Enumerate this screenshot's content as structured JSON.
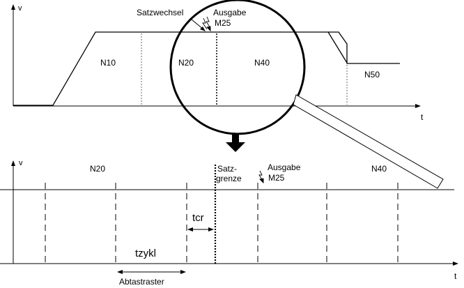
{
  "top_diagram": {
    "v_label": "v",
    "t_label": "t",
    "segments": [
      "N10",
      "N20",
      "N40",
      "N50"
    ],
    "satzwechsel": "Satzwechsel",
    "ausgabe_line1": "Ausgabe",
    "ausgabe_line2": "M25"
  },
  "bottom_diagram": {
    "v_label": "v",
    "t_label": "t",
    "segment_left": "N20",
    "segment_right": "N40",
    "satzgrenze_line1": "Satz-",
    "satzgrenze_line2": "grenze",
    "ausgabe_line1": "Ausgabe",
    "ausgabe_line2": "M25",
    "tcr": "tcr",
    "tzykl": "tzykl",
    "abtastraster": "Abtastraster"
  },
  "colors": {
    "stroke": "#000000",
    "background": "#ffffff"
  },
  "icons": [
    "magnifier-icon",
    "down-arrow-icon",
    "lightning-icon"
  ]
}
